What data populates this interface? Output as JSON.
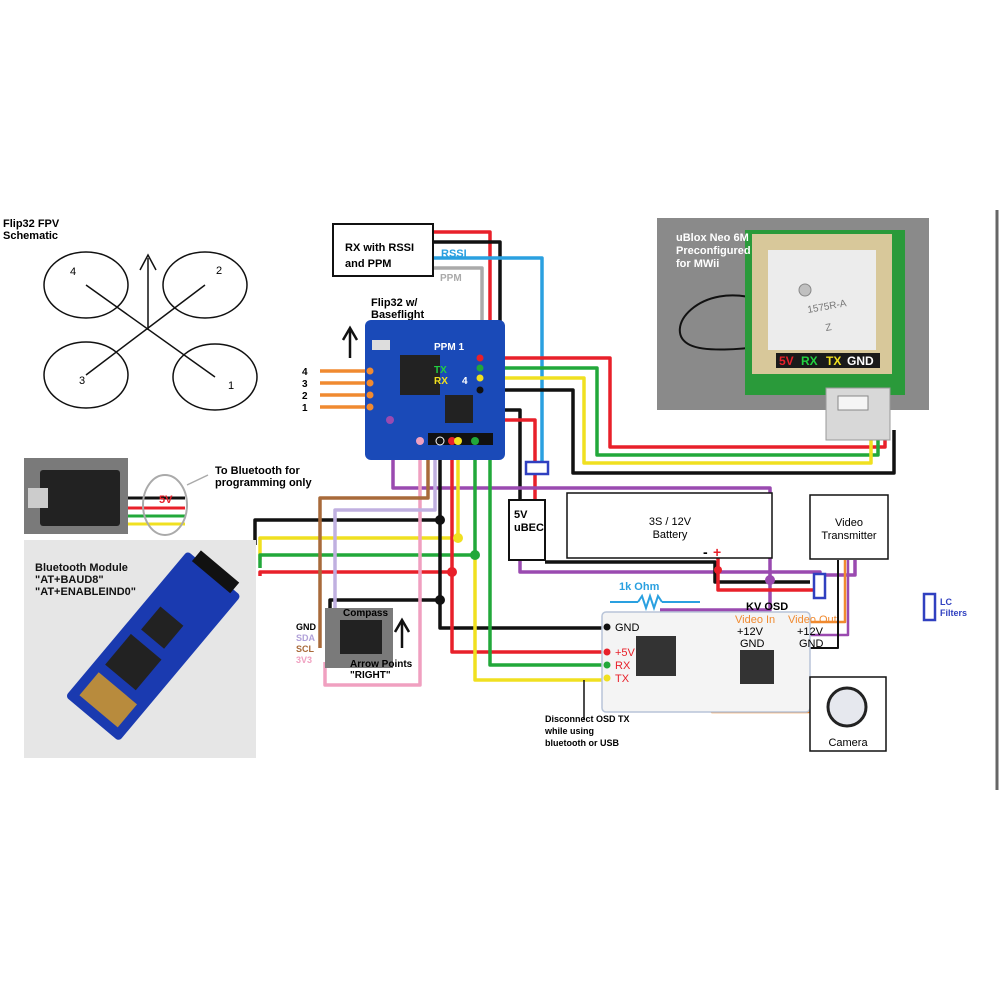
{
  "title": {
    "line1": "Flip32 FPV",
    "line2": "Schematic"
  },
  "quad": {
    "motors": [
      "4",
      "2",
      "3",
      "1"
    ]
  },
  "receiver": {
    "line1": "RX with RSSI",
    "line2": "and PPM",
    "rssi_label": "RSSI",
    "ppm_label": "PPM"
  },
  "flight_controller": {
    "line1": "Flip32 w/",
    "line2": "Baseflight",
    "ppm1": "PPM 1",
    "tx": "TX",
    "rx": "RX",
    "port": "4",
    "motor_pins": [
      "4",
      "3",
      "2",
      "1"
    ]
  },
  "gps": {
    "line1": "uBlox Neo 6M",
    "line2": "Preconfigured",
    "line3": "for MWii",
    "chip_text1": "1575R-A",
    "chip_text2": "Z",
    "pins": [
      "5V",
      "RX",
      "TX",
      "GND"
    ]
  },
  "usb_adapter": {
    "five_v": "5V",
    "note_line1": "To Bluetooth for",
    "note_line2": "programming only"
  },
  "bluetooth": {
    "line1": "Bluetooth Module",
    "line2": "\"AT+BAUD8\"",
    "line3": "\"AT+ENABLEIND0\""
  },
  "ubec": {
    "line1": "5V",
    "line2": "uBEC"
  },
  "battery": {
    "line1": "3S / 12V",
    "line2": "Battery",
    "minus": "-",
    "plus": "+"
  },
  "vtx": {
    "line1": "Video",
    "line2": "Transmitter"
  },
  "lc_filters": {
    "line1": "LC",
    "line2": "Filters"
  },
  "resistor": {
    "label": "1k Ohm"
  },
  "osd": {
    "title": "KV OSD",
    "left_pins": [
      "GND",
      "+5V",
      "RX",
      "TX"
    ],
    "right_pins": [
      "Video In",
      "Video Out",
      "+12V",
      "+12V",
      "GND",
      "GND"
    ]
  },
  "compass": {
    "title": "Compass",
    "pins": [
      "GND",
      "SDA",
      "SCL",
      "3V3"
    ],
    "note_line1": "Arrow Points",
    "note_line2": "\"RIGHT\""
  },
  "camera": {
    "label": "Camera"
  },
  "disconnect_note": {
    "line1": "Disconnect OSD TX",
    "line2": "while using",
    "line3": "bluetooth or USB"
  },
  "colors": {
    "red": "#e8202a",
    "black": "#111111",
    "green": "#22a83a",
    "yellow": "#f0e020",
    "orange": "#f08a30",
    "purple": "#9a4ab0",
    "blue": "#2aa0e0",
    "grey": "#aaaaaa",
    "brown": "#a86a3a",
    "lavender": "#c0b0e0",
    "pink": "#f0a0c0",
    "board_blue": "#1a4ab8",
    "lc_blue": "#3040c0"
  }
}
